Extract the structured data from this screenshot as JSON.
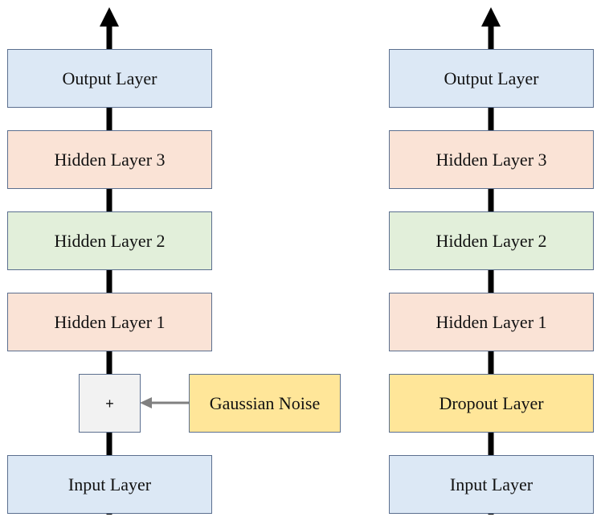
{
  "left_stack": {
    "output": "Output Layer",
    "hidden3": "Hidden Layer 3",
    "hidden2": "Hidden Layer 2",
    "hidden1": "Hidden Layer 1",
    "adder": "+",
    "noise": "Gaussian Noise",
    "input": "Input Layer"
  },
  "right_stack": {
    "output": "Output Layer",
    "hidden3": "Hidden Layer 3",
    "hidden2": "Hidden Layer 2",
    "hidden1": "Hidden Layer 1",
    "dropout": "Dropout Layer",
    "input": "Input Layer"
  },
  "colors": {
    "input_output": "#dce8f5",
    "hidden_odd": "#fae3d6",
    "hidden_even": "#e2efda",
    "regularizer": "#ffe699",
    "adder": "#f2f2f2",
    "border": "#5b6f8f",
    "flow_line": "#000000",
    "noise_arrow": "#808080"
  }
}
